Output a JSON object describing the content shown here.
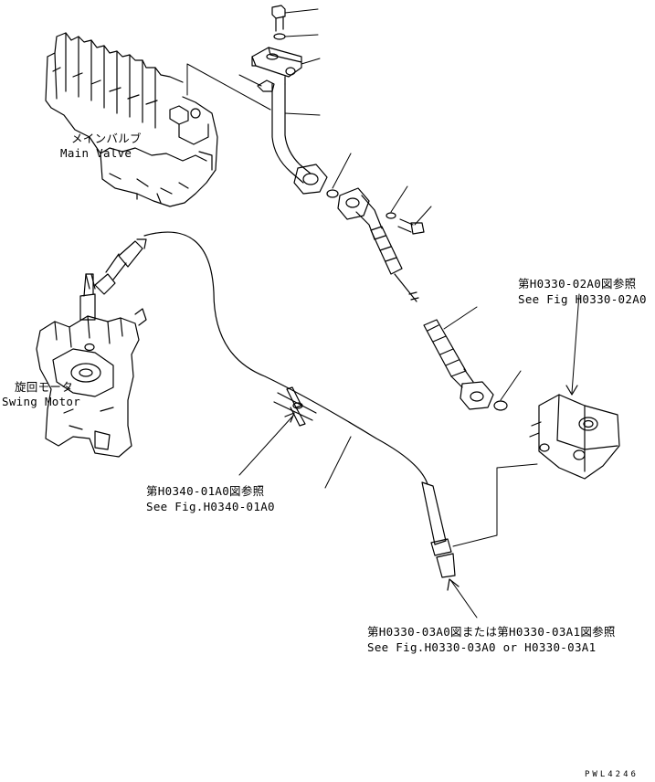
{
  "labels": {
    "main_valve_jp": "メインバルブ",
    "main_valve_en": "Main Valve",
    "swing_motor_jp": "旋回モータ",
    "swing_motor_en": "Swing Motor",
    "ref_02a0_jp": "第H0330-02A0図参照",
    "ref_02a0_en": "See Fig H0330-02A0",
    "ref_0340_jp": "第H0340-01A0図参照",
    "ref_0340_en": "See Fig.H0340-01A0",
    "ref_03a_jp": "第H0330-03A0図または第H0330-03A1図参照",
    "ref_03a_en": "See Fig.H0330-03A0 or H0330-03A1"
  },
  "drawing_code": "PWL4246"
}
